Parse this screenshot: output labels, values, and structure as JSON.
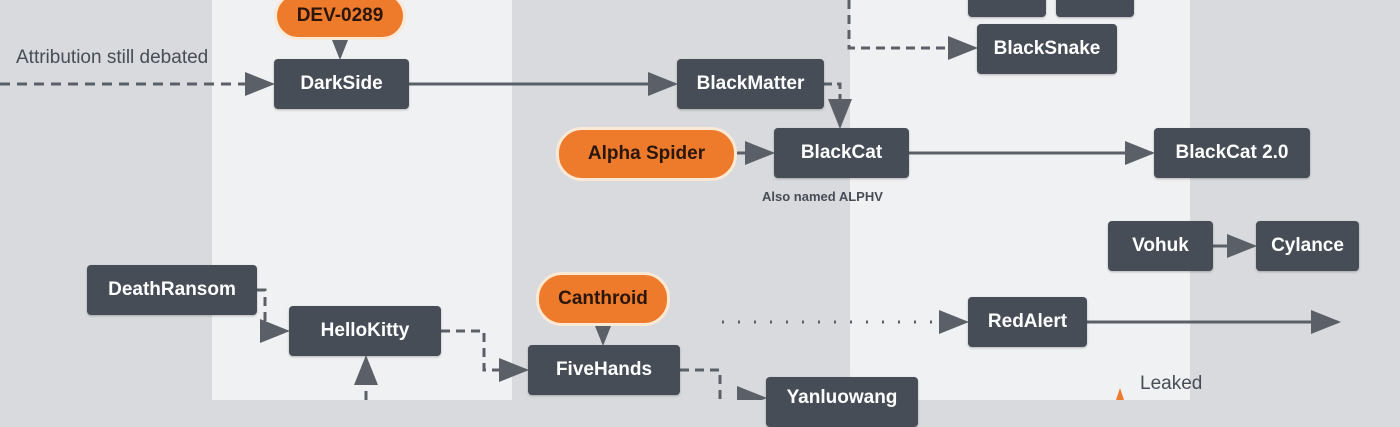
{
  "annotations": {
    "attribution": "Attribution still debated",
    "alphv": "Also named ALPHV",
    "leaked": "Leaked"
  },
  "groups": {
    "dev0289": "DEV-0289",
    "alpha_spider": "Alpha Spider",
    "canthroid": "Canthroid"
  },
  "nodes": {
    "darkside": "DarkSide",
    "blackmatter": "BlackMatter",
    "blackcat": "BlackCat",
    "blackcat2": "BlackCat 2.0",
    "blacksnake": "BlackSnake",
    "vohuk": "Vohuk",
    "cylance": "Cylance",
    "deathransom": "DeathRansom",
    "hellokitty": "HelloKitty",
    "fivehands": "FiveHands",
    "redalert": "RedAlert",
    "yanluowang": "Yanluowang"
  },
  "colors": {
    "node": "#474d57",
    "group": "#ee7b2c",
    "band_dark": "#d9dadd",
    "band_light": "#f0f1f3"
  }
}
